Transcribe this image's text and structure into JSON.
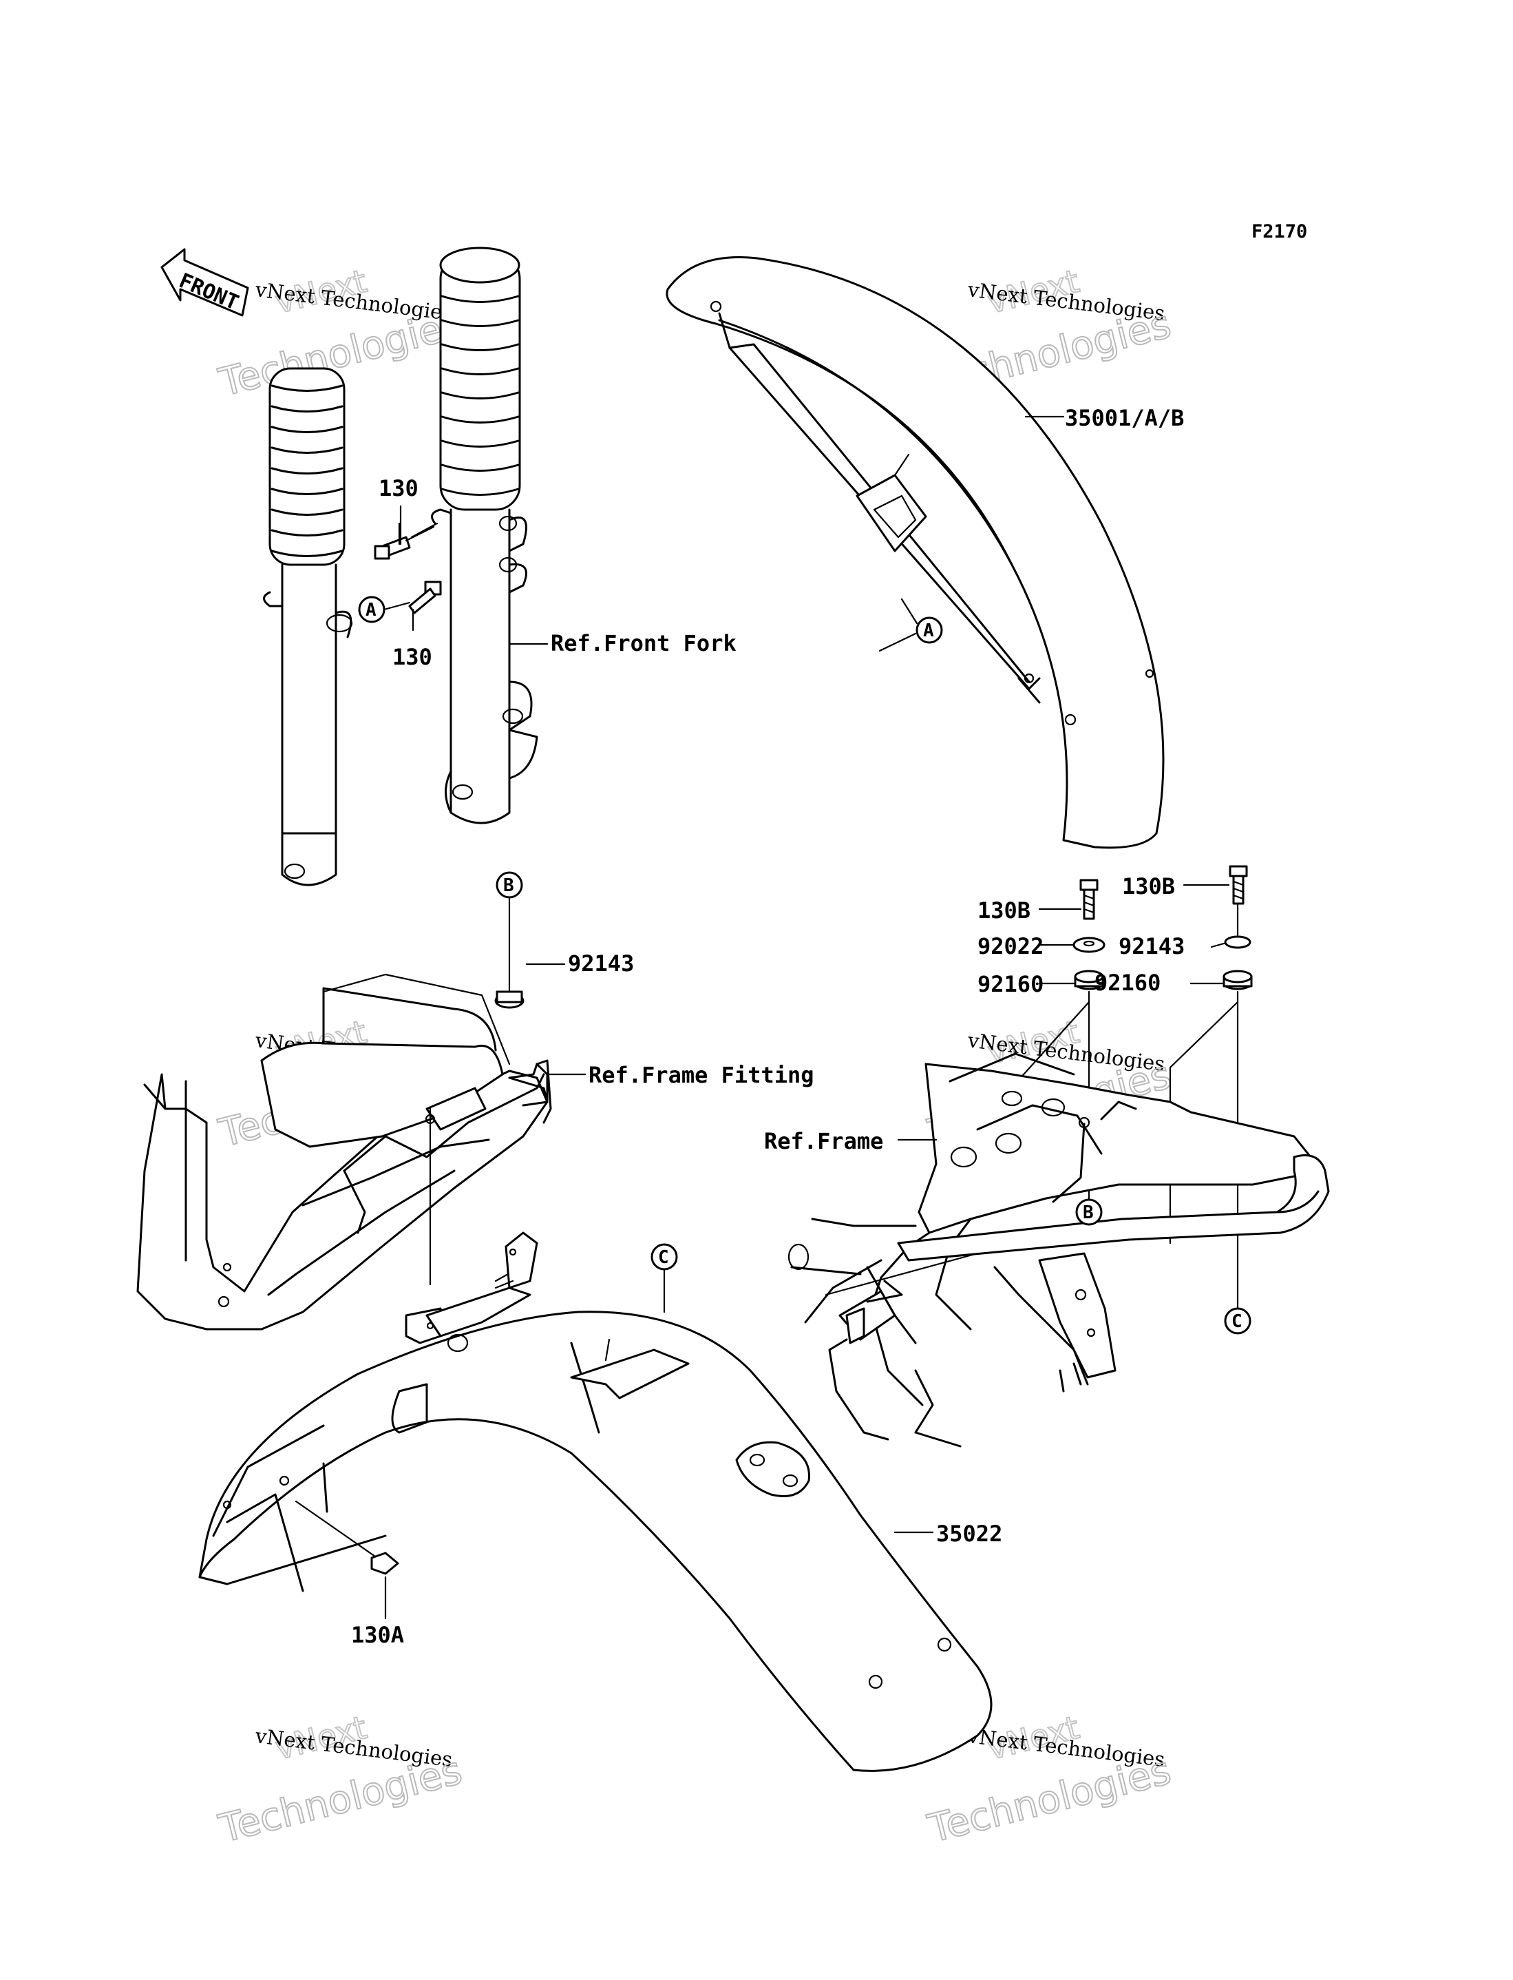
{
  "figure_code": "F2170",
  "front_arrow_label": "FRONT",
  "watermark": {
    "line1": "vNext Technologies",
    "line2": "Technologies",
    "line3": "vNext"
  },
  "callouts": {
    "a": "A",
    "b": "B",
    "c": "C"
  },
  "part_labels": {
    "p130_top": "130",
    "p130_bottom": "130",
    "ref_front_fork": "Ref.Front Fork",
    "p35001": "35001/A/B",
    "p130b_left": "130B",
    "p130b_right": "130B",
    "p92022": "92022",
    "p92143_right": "92143",
    "p92160_left": "92160",
    "p92160_right": "92160",
    "p92143_left": "92143",
    "ref_frame_fitting": "Ref.Frame Fitting",
    "ref_frame": "Ref.Frame",
    "p35022": "35022",
    "p130a": "130A"
  }
}
